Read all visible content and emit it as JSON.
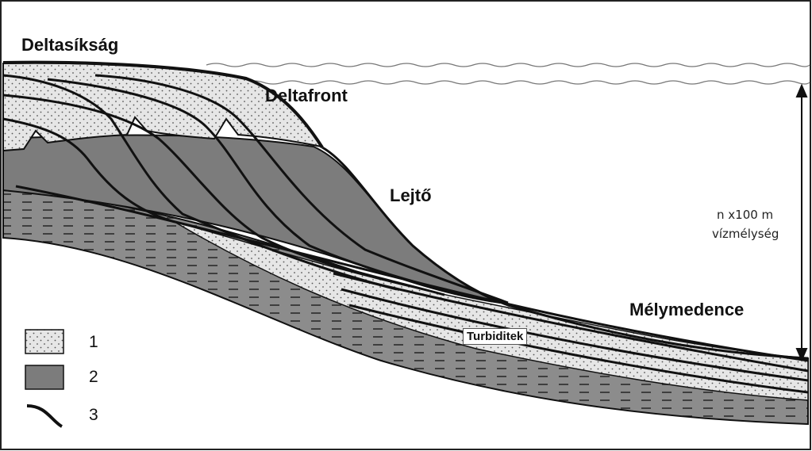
{
  "labels": {
    "delta_plain": "Deltasíkság",
    "delta_front": "Deltafront",
    "slope": "Lejtő",
    "basin": "Mélymedence",
    "depth_line1": "n x100 m",
    "depth_line2": "vízmélység",
    "turbidites": "Turbiditek"
  },
  "legend": [
    {
      "key": "1",
      "symbol": "dotted-sand-box"
    },
    {
      "key": "2",
      "symbol": "dark-grey-shale-box"
    },
    {
      "key": "3",
      "symbol": "black-curved-line"
    }
  ],
  "colors": {
    "shale": "#7a7a7a",
    "sand": "#e2e2e2",
    "outline": "#111111",
    "basin_fill": "#8e8e8e"
  }
}
